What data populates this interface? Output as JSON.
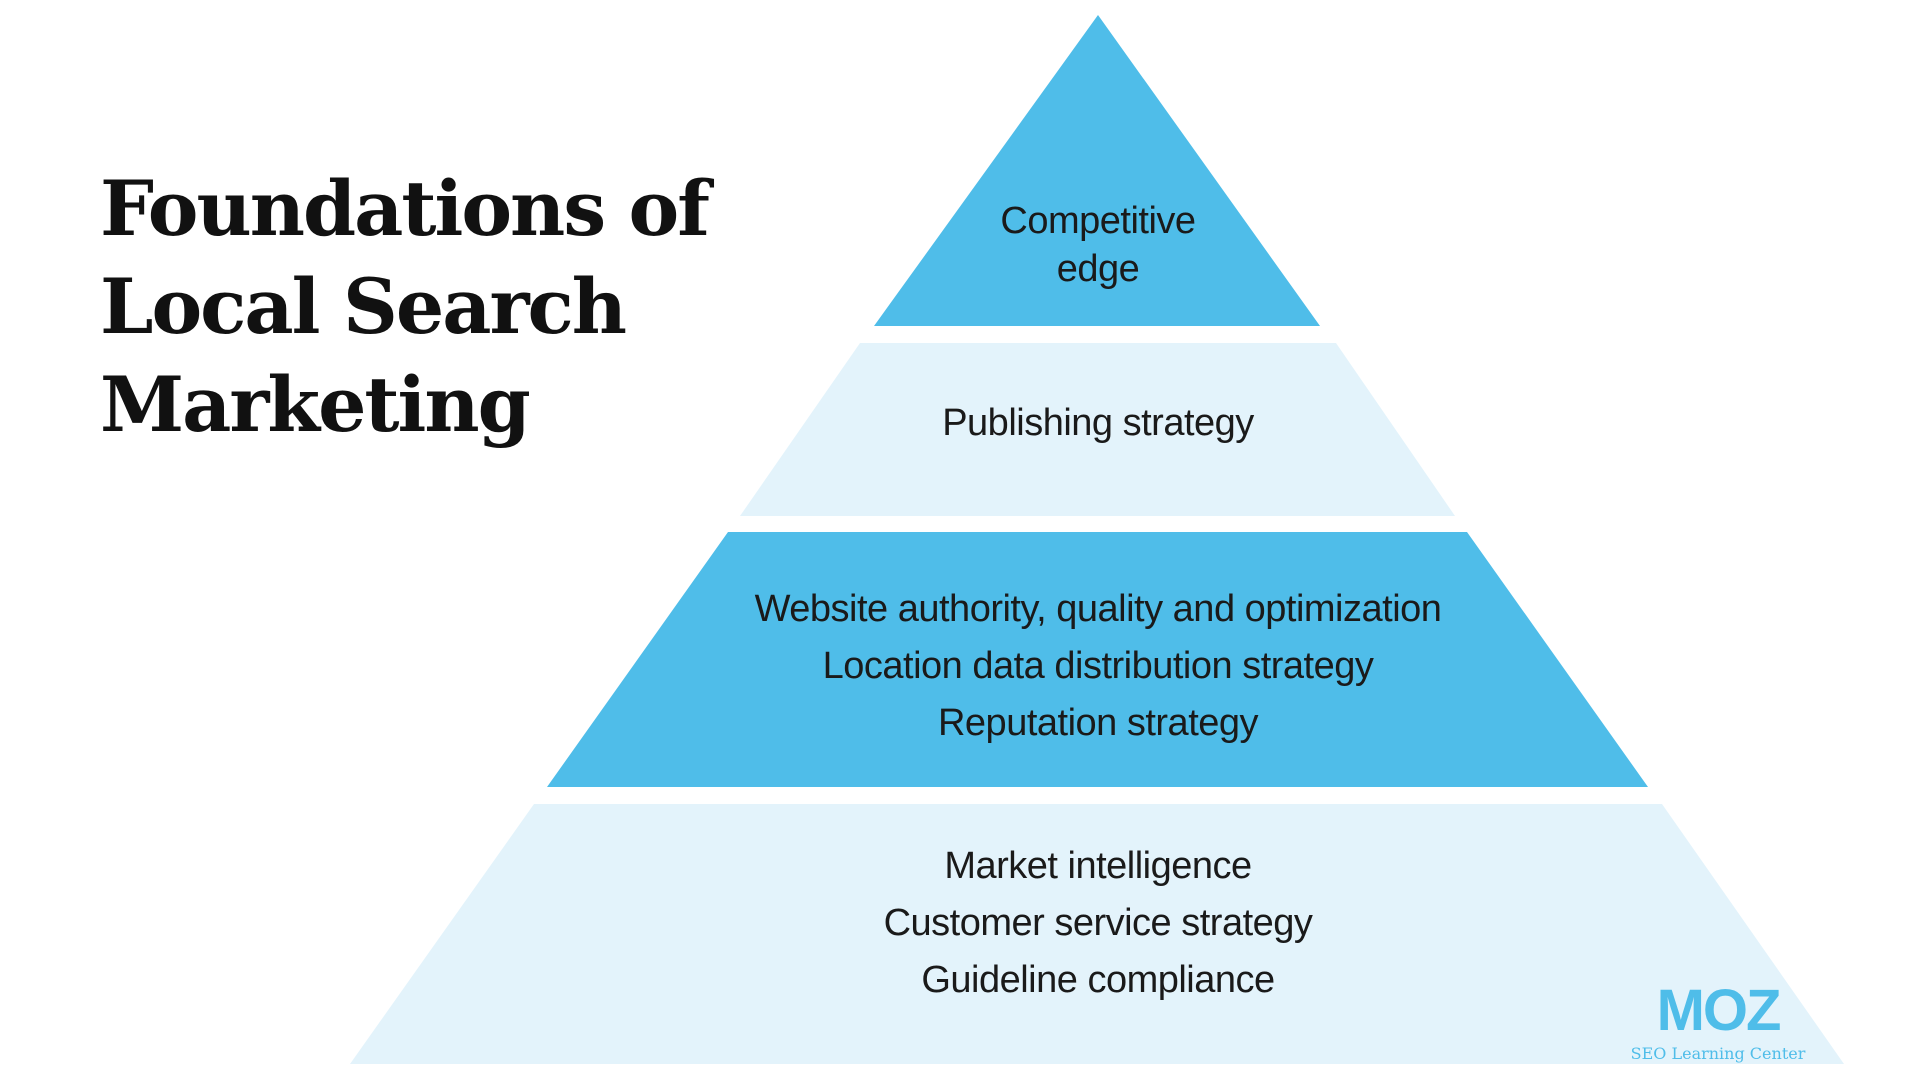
{
  "title": [
    "Foundations of",
    "Local Search",
    "Marketing"
  ],
  "tiers": [
    {
      "lines": [
        "Competitive",
        "edge"
      ],
      "color": "#4fbde9"
    },
    {
      "lines": [
        "Publishing strategy"
      ],
      "color": "#e3f3fb"
    },
    {
      "lines": [
        "Website authority, quality and optimization",
        "Location data distribution strategy",
        "Reputation strategy"
      ],
      "color": "#4fbde9"
    },
    {
      "lines": [
        "Market intelligence",
        "Customer service strategy",
        "Guideline compliance"
      ],
      "color": "#e3f3fb"
    }
  ],
  "logo": {
    "brand": "MOZ",
    "subtitle": "SEO Learning Center",
    "color": "#4fbde9"
  }
}
